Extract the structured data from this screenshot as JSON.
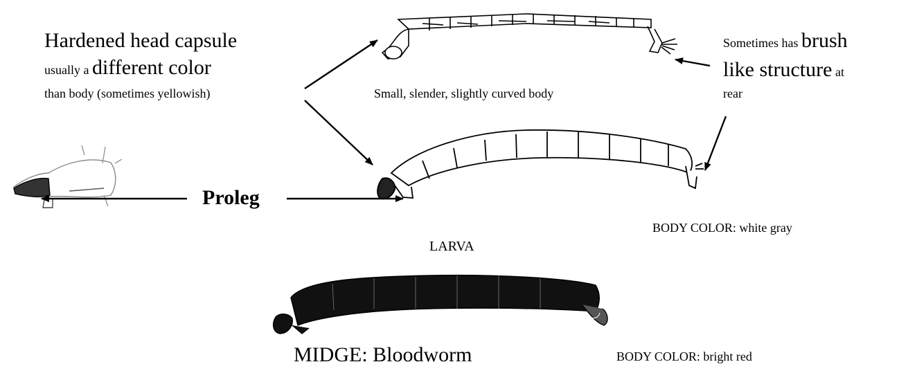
{
  "head_note": {
    "line1": "Hardened head capsule",
    "line2_a": "usually a ",
    "line2_b": "different color",
    "line3": "than body (sometimes yellowish)"
  },
  "brush_note": {
    "line1_a": "Sometimes has ",
    "line1_b": "brush",
    "line2_a": "like structure",
    "line2_b": " at",
    "line3": "rear"
  },
  "body_shape_label": "Small, slender, slightly curved body",
  "proleg_label": "Proleg",
  "larva_label": "LARVA",
  "larva_color_label": "BODY COLOR: white gray",
  "bloodworm_title": "MIDGE: Bloodworm",
  "bloodworm_color_label": "BODY COLOR: bright red"
}
